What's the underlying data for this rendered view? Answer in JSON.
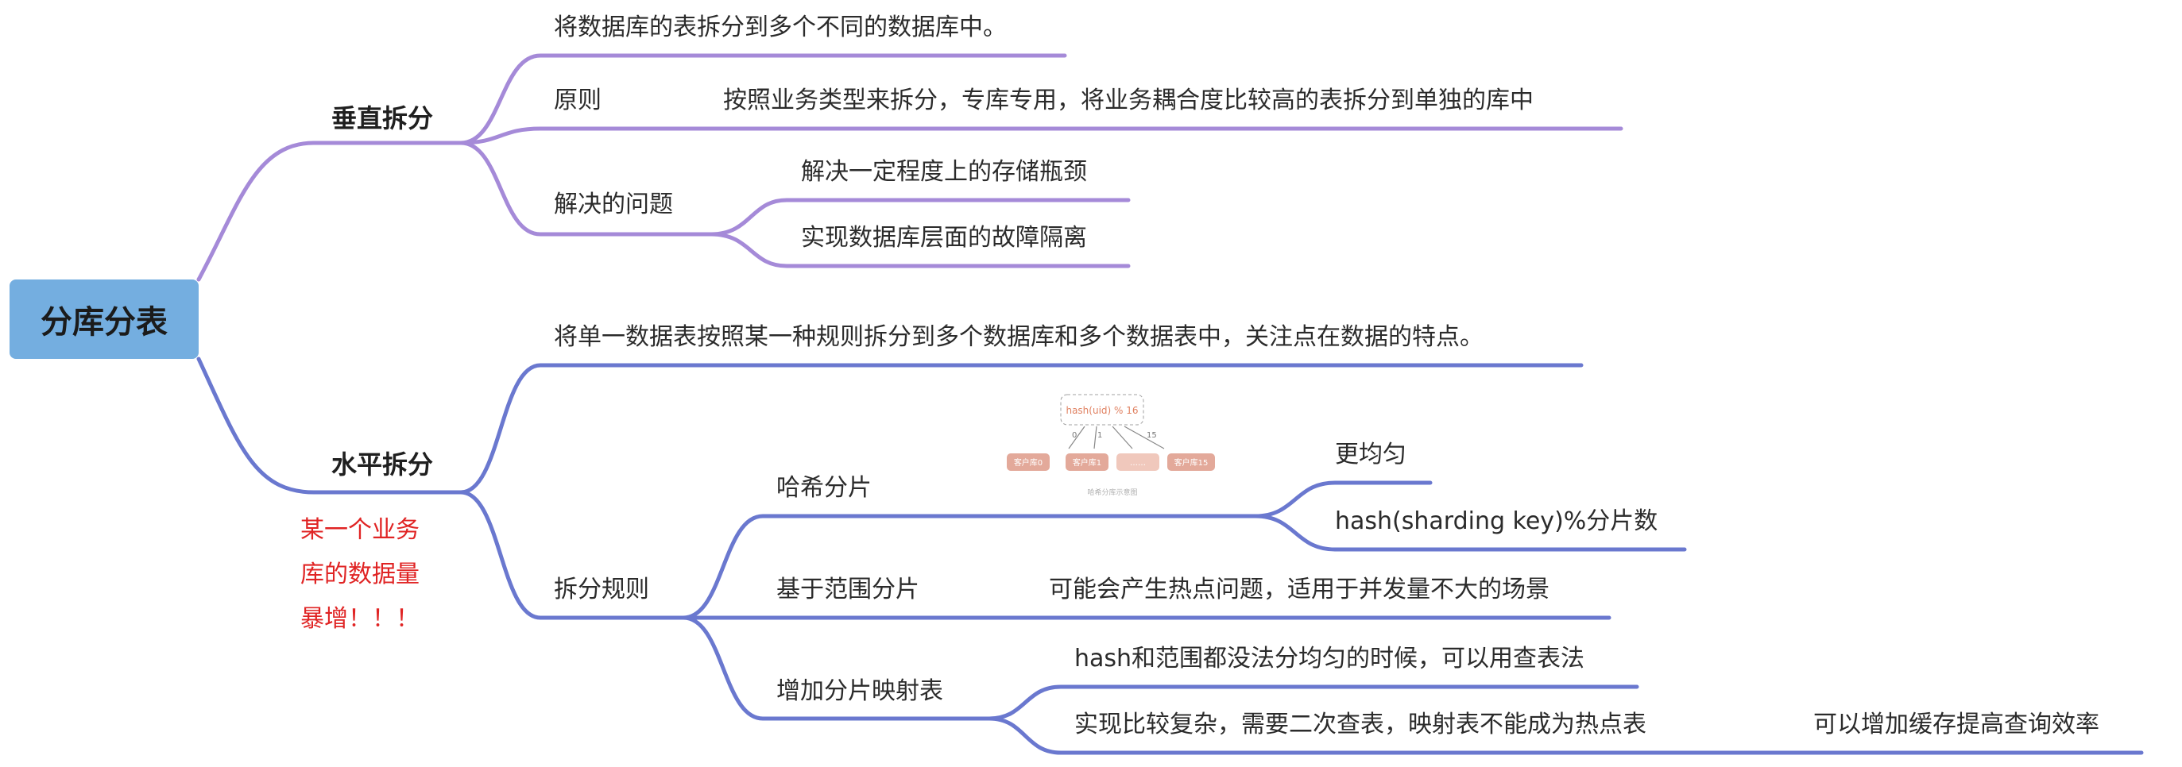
{
  "colors": {
    "vertical": "#a58ad8",
    "horizontal": "#6a78cf",
    "root_fill": "#74aee0",
    "note": "#e02424"
  },
  "root": "分库分表",
  "vertical": {
    "title": "垂直拆分",
    "definition": "将数据库的表拆分到多个不同的数据库中。",
    "principle_label": "原则",
    "principle_text": "按照业务类型来拆分，专库专用，将业务耦合度比较高的表拆分到单独的库中",
    "solves_label": "解决的问题",
    "solves": [
      "解决一定程度上的存储瓶颈",
      "实现数据库层面的故障隔离"
    ]
  },
  "horizontal": {
    "title": "水平拆分",
    "note": "某一个业务\n库的数据量\n暴增！！！",
    "definition": "将单一数据表按照某一种规则拆分到多个数据库和多个数据表中，关注点在数据的特点。",
    "rules_label": "拆分规则",
    "hash": {
      "label": "哈希分片",
      "points": [
        "更均匀",
        "hash(sharding key)%分片数"
      ],
      "thumbnail": {
        "formula": "hash(uid) % 16",
        "edge_labels": [
          "0",
          "1",
          "15"
        ],
        "shards": [
          "客户库0",
          "客户库1",
          "……",
          "客户库15"
        ],
        "caption": "哈希分库示意图"
      }
    },
    "range": {
      "label": "基于范围分片",
      "text": "可能会产生热点问题，适用于并发量不大的场景"
    },
    "mapping": {
      "label": "增加分片映射表",
      "points": [
        "hash和范围都没法分均匀的时候，可以用查表法",
        "实现比较复杂，需要二次查表，映射表不能成为热点表"
      ],
      "extra": "可以增加缓存提高查询效率"
    }
  }
}
